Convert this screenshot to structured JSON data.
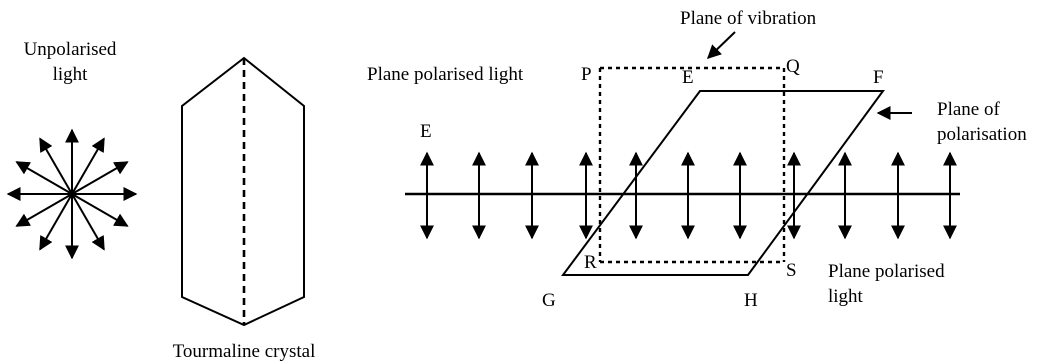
{
  "labels": {
    "unpolarised_line1": "Unpolarised",
    "unpolarised_line2": "light",
    "tourmaline": "Tourmaline crystal",
    "plane_polarised_top": "Plane polarised light",
    "plane_of_vibration": "Plane of vibration",
    "plane_of_polarisation_line1": "Plane of",
    "plane_of_polarisation_line2": "polarisation",
    "plane_polarised_bottom_line1": "Plane polarised",
    "plane_polarised_bottom_line2": "light"
  },
  "points": {
    "E_axis": "E",
    "P": "P",
    "E_top": "E",
    "Q": "Q",
    "F": "F",
    "R": "R",
    "S": "S",
    "G": "G",
    "H": "H"
  }
}
